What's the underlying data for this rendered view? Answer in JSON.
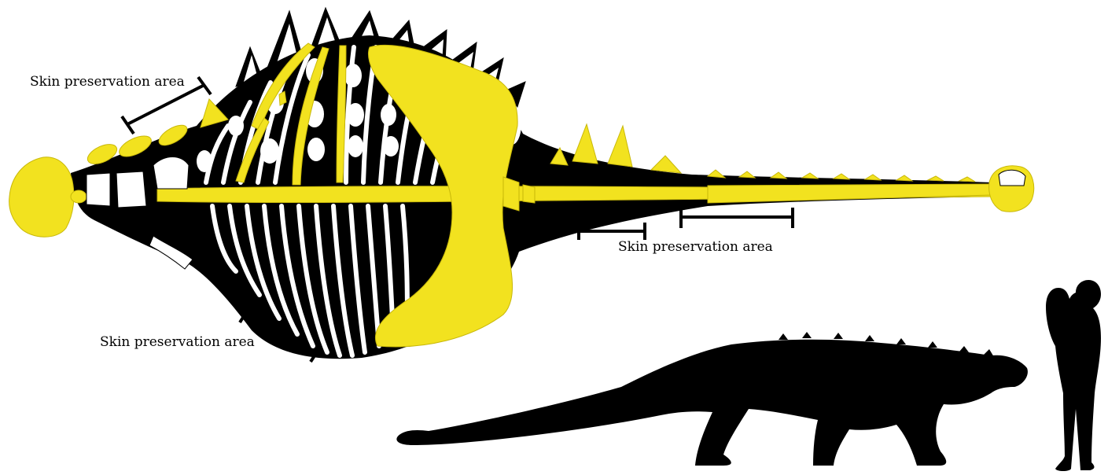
{
  "labels": {
    "skin_area_1": "Skin preservation area",
    "skin_area_2": "Skin preservation area",
    "skin_area_3": "Skin preservation area"
  },
  "colors": {
    "preserved_bone": "#f2e21f",
    "unpreserved_bone": "#ffffff",
    "body_outline": "#000000",
    "silhouette": "#000000",
    "background": "#ffffff"
  },
  "icons": {
    "skeleton": "ankylosaur-skeleton-top-view",
    "silhouette": "ankylosaur-side-silhouette",
    "human": "adult-holding-child-silhouette"
  }
}
